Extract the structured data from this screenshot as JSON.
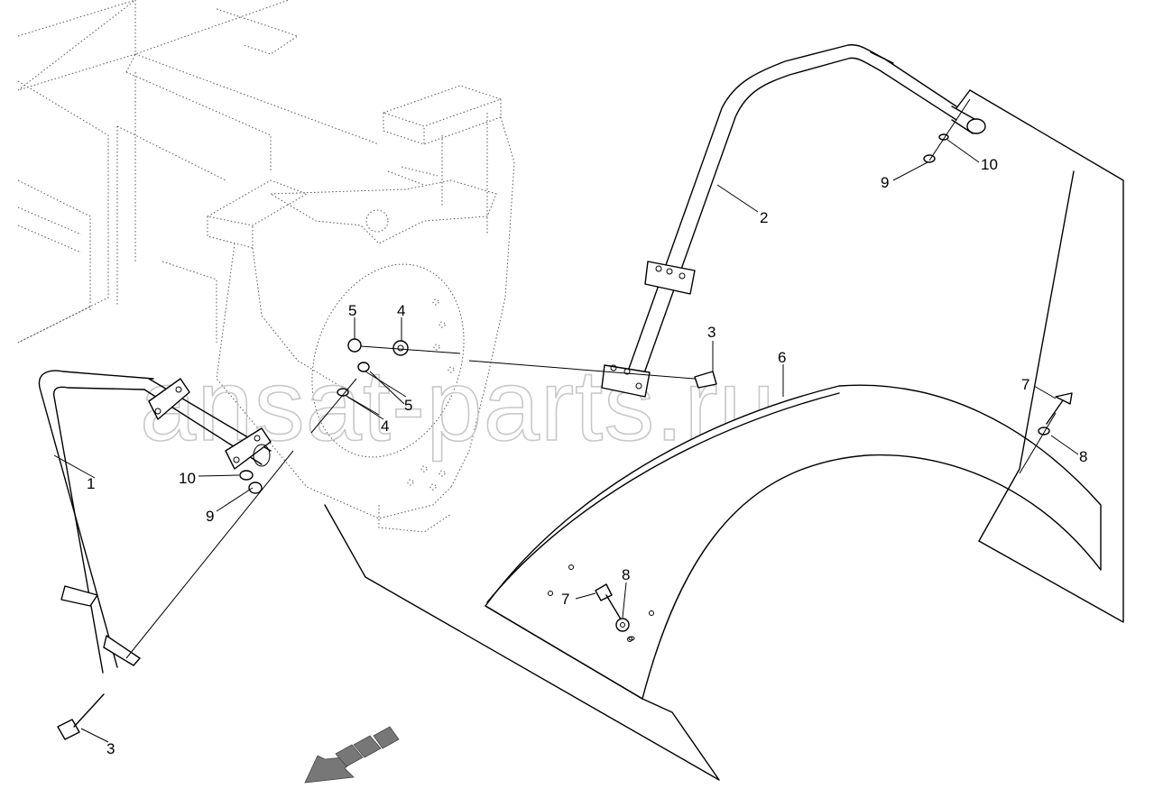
{
  "watermark": "ansat-parts.ru",
  "callouts": [
    {
      "id": "c1",
      "text": "1"
    },
    {
      "id": "c2",
      "text": "2"
    },
    {
      "id": "c3a",
      "text": "3"
    },
    {
      "id": "c3b",
      "text": "3"
    },
    {
      "id": "c4a",
      "text": "4"
    },
    {
      "id": "c4b",
      "text": "4"
    },
    {
      "id": "c5a",
      "text": "5"
    },
    {
      "id": "c5b",
      "text": "5"
    },
    {
      "id": "c6",
      "text": "6"
    },
    {
      "id": "c7a",
      "text": "7"
    },
    {
      "id": "c7b",
      "text": "7"
    },
    {
      "id": "c8a",
      "text": "8"
    },
    {
      "id": "c8b",
      "text": "8"
    },
    {
      "id": "c9a",
      "text": "9"
    },
    {
      "id": "c9b",
      "text": "9"
    },
    {
      "id": "c10a",
      "text": "10"
    },
    {
      "id": "c10b",
      "text": "10"
    }
  ]
}
